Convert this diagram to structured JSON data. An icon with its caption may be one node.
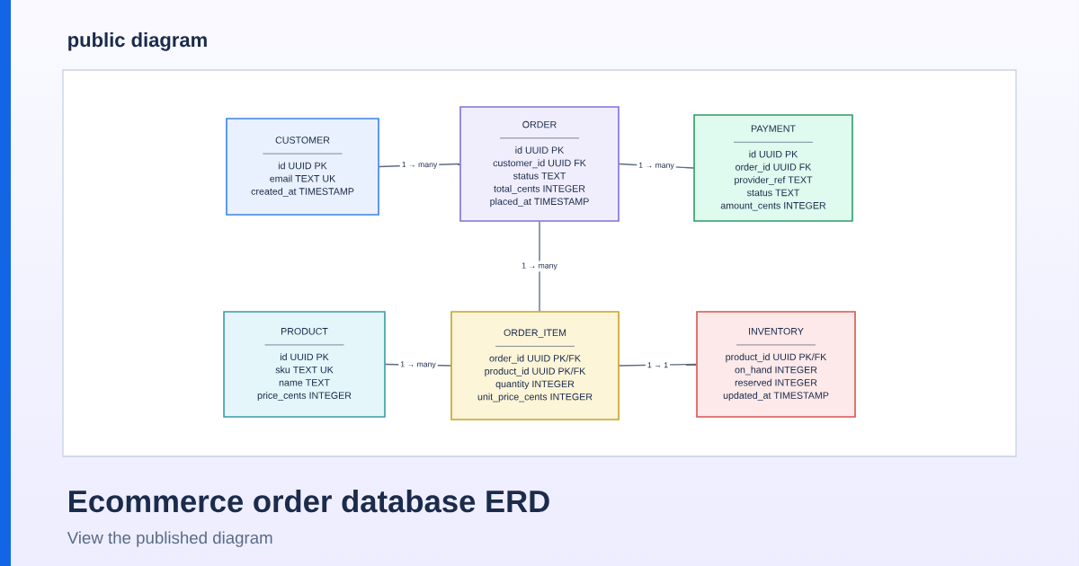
{
  "diagram": {
    "title": "Ecommerce order database ERD",
    "caption": "View the published diagram",
    "nodes": [
      {
        "text": [
          "CUSTOMER",
          "id UUID PK",
          "email TEXT UK",
          "created_at TIMESTAMP"
        ]
      },
      {
        "text": [
          "ORDER",
          "id UUID PK",
          "customer_id UUID FK",
          "status TEXT",
          "total_cents INTEGER",
          "placed_at TIMESTAMP"
        ]
      },
      {
        "text": [
          "PAYMENT",
          "id UUID PK",
          "order_id UUID FK",
          "provider_ref TEXT",
          "status TEXT",
          "amount_cents INTEGER"
        ]
      },
      {
        "text": [
          "PRODUCT",
          "id UUID PK",
          "sku TEXT UK",
          "name TEXT",
          "price_cents INTEGER"
        ]
      },
      {
        "text": [
          "ORDER_ITEM",
          "order_id UUID PK/FK",
          "product_id UUID PK/FK",
          "quantity INTEGER",
          "unit_price_cents INTEGER"
        ]
      },
      {
        "text": [
          "INVENTORY",
          "product_id UUID PK/FK",
          "on_hand INTEGER",
          "reserved INTEGER",
          "updated_at TIMESTAMP"
        ]
      }
    ],
    "edges": [
      {
        "from": 0,
        "to": 1,
        "arrow": "none",
        "label": "1 → many"
      },
      {
        "from": 1,
        "to": 2,
        "arrow": "none",
        "label": "1 → many"
      },
      {
        "from": 1,
        "to": 4,
        "arrow": "none",
        "label": "1 → many"
      },
      {
        "from": 3,
        "to": 4,
        "arrow": "none",
        "label": "1 → many"
      },
      {
        "from": 4,
        "to": 5,
        "arrow": "none",
        "label": "1 → 1"
      }
    ],
    "labels": [
      "public diagram"
    ]
  }
}
